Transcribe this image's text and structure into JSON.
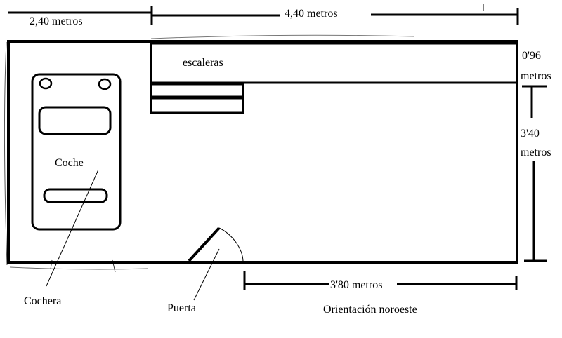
{
  "dimensions": {
    "left_width": "2,40 metros",
    "right_width": "4,40 metros",
    "stairs_depth": [
      "0'96",
      "metros"
    ],
    "room_depth": [
      "3'40",
      "metros"
    ],
    "bottom_width": "3'80 metros"
  },
  "labels": {
    "stairs": "escaleras",
    "car": "Coche",
    "garage": "Cochera",
    "door": "Puerta",
    "orientation": "Orientación noroeste"
  },
  "colors": {
    "ink": "#000000",
    "background": "#ffffff"
  }
}
